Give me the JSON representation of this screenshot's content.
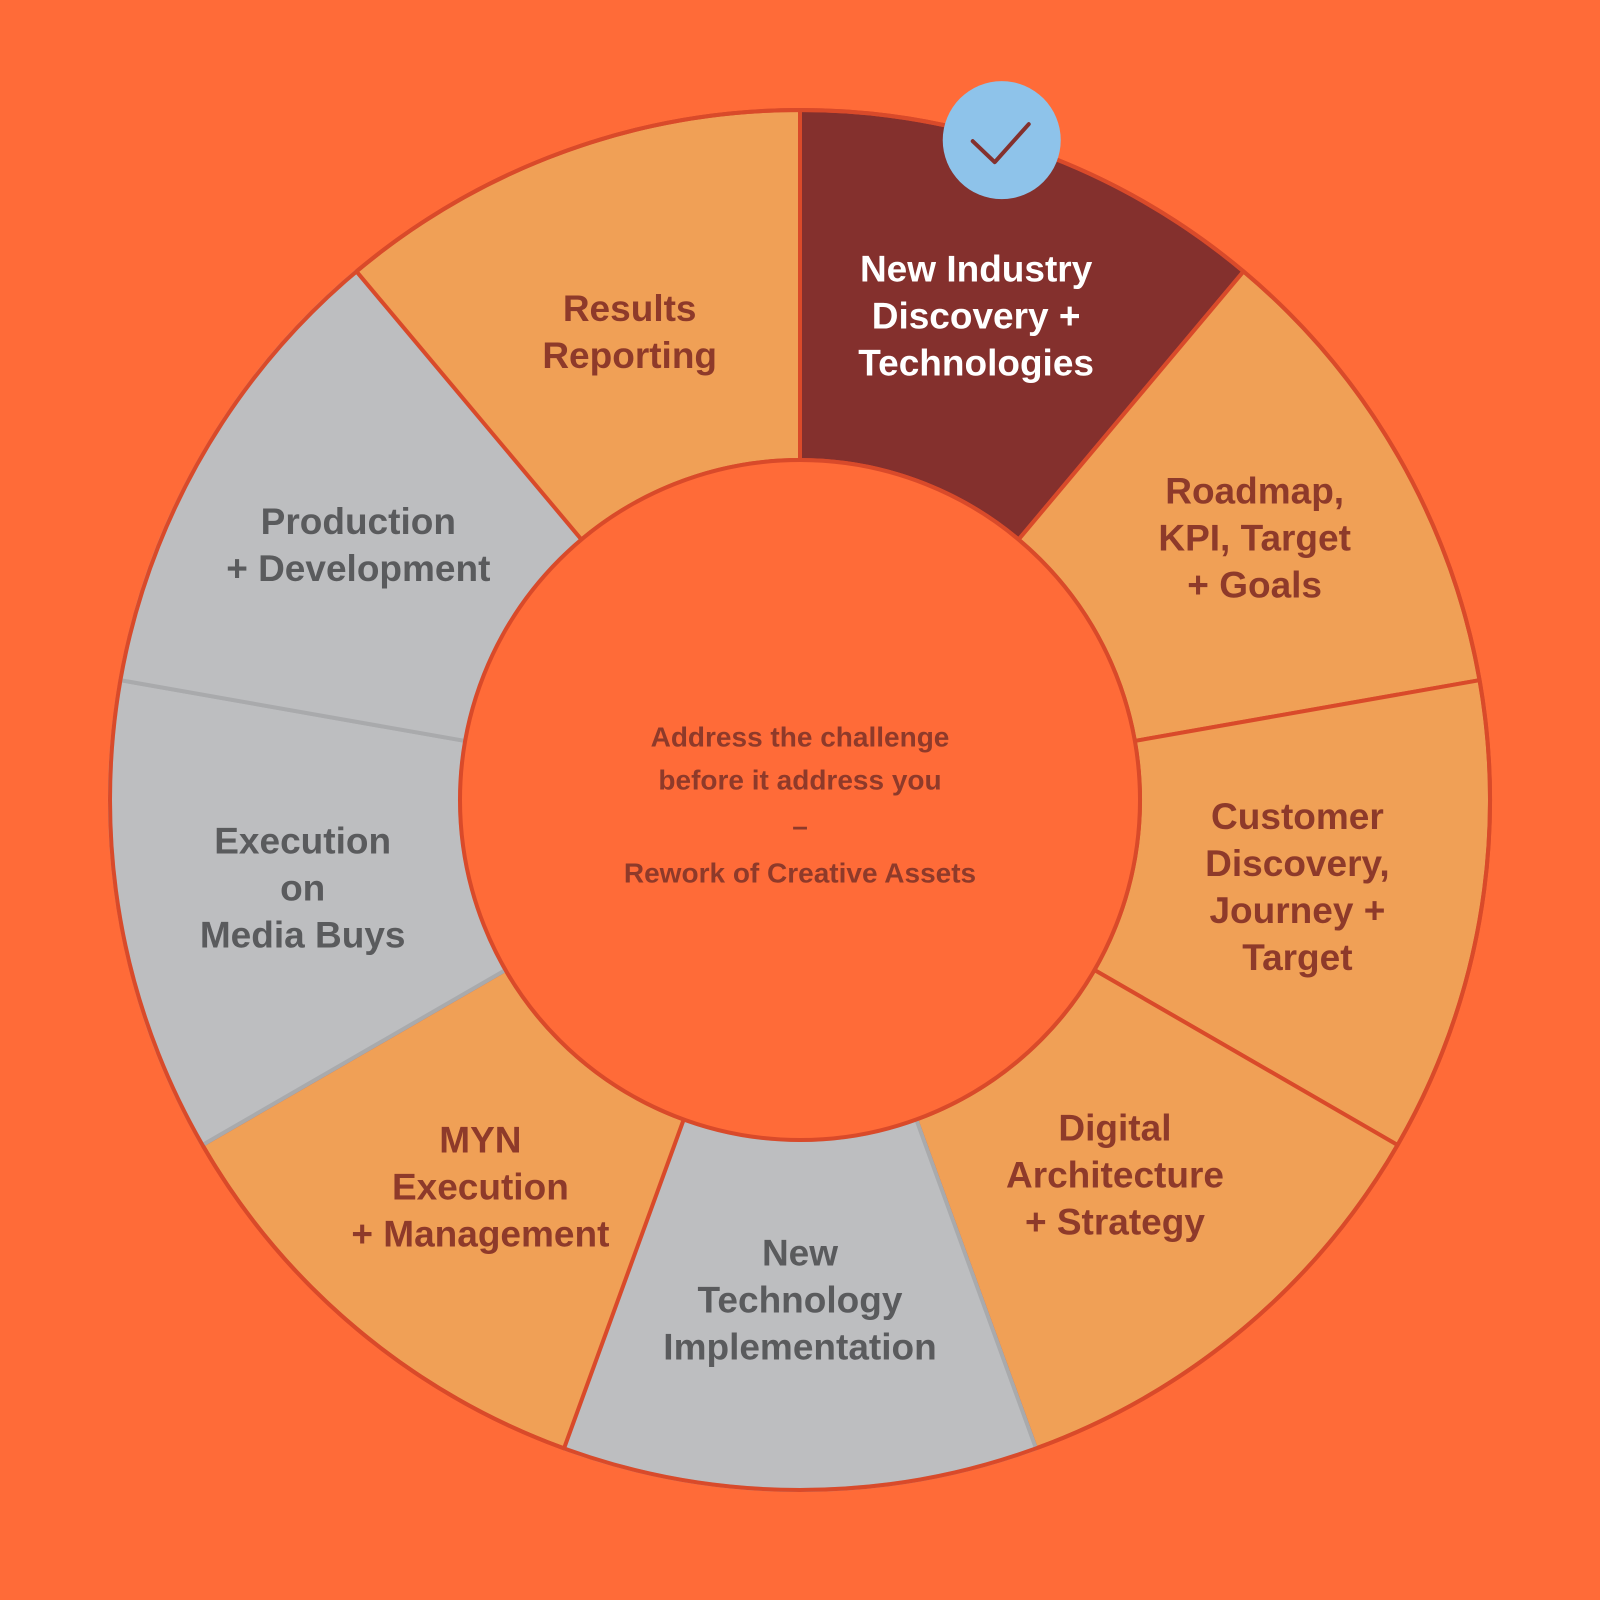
{
  "colors": {
    "background": "#FF6B38",
    "orange_segment": "#F0A056",
    "gray_segment": "#BDBEC0",
    "highlight_segment": "#84302D",
    "border": "#D94A2A",
    "text_dark_red": "#8E3A2A",
    "text_gray": "#5A5B5D",
    "text_white": "#FFFFFF",
    "badge": "#8EC3EA"
  },
  "center": {
    "line1": "Address the challenge",
    "line2": "before it address you",
    "dash": "–",
    "line3": "Rework of Creative Assets"
  },
  "segments": [
    {
      "id": "new-industry-discovery",
      "label": "New Industry\nDiscovery +\nTechnologies",
      "fill": "highlight",
      "selected": true,
      "badge_icon": "checkmark-icon"
    },
    {
      "id": "roadmap-kpi",
      "label": "Roadmap,\nKPI, Target\n+ Goals",
      "fill": "orange"
    },
    {
      "id": "customer-discovery",
      "label": "Customer\nDiscovery,\nJourney +\nTarget",
      "fill": "orange"
    },
    {
      "id": "digital-architecture",
      "label": "Digital\nArchitecture\n+ Strategy",
      "fill": "orange"
    },
    {
      "id": "new-technology-implementation",
      "label": "New\nTechnology\nImplementation",
      "fill": "gray"
    },
    {
      "id": "myn-execution",
      "label": "MYN\nExecution\n+ Management",
      "fill": "orange"
    },
    {
      "id": "execution-media-buys",
      "label": "Execution\non\nMedia Buys",
      "fill": "gray"
    },
    {
      "id": "production-development",
      "label": "Production\n+ Development",
      "fill": "gray"
    },
    {
      "id": "results-reporting",
      "label": "Results\nReporting",
      "fill": "orange"
    }
  ]
}
